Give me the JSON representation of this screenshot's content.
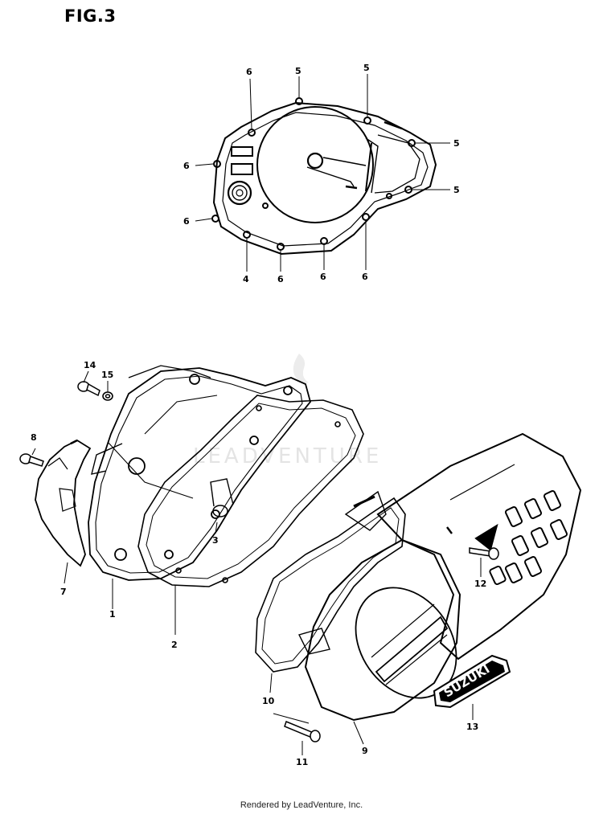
{
  "figure": {
    "title": "FIG.3",
    "footer": "Rendered by LeadVenture, Inc.",
    "watermark": "LEADVENTURE"
  },
  "callouts": {
    "top_5a": "5",
    "top_5b": "5",
    "top_5c": "5",
    "top_5d": "5",
    "top_6a": "6",
    "top_6b": "6",
    "top_6c": "6",
    "top_6d": "6",
    "top_6e": "6",
    "top_6f": "6",
    "top_4": "4",
    "part_1": "1",
    "part_2": "2",
    "part_3": "3",
    "part_7": "7",
    "part_8": "8",
    "part_9": "9",
    "part_10": "10",
    "part_11": "11",
    "part_12": "12",
    "part_13": "13",
    "part_14": "14",
    "part_15": "15"
  },
  "emblem": {
    "text": "SUZUKI"
  }
}
